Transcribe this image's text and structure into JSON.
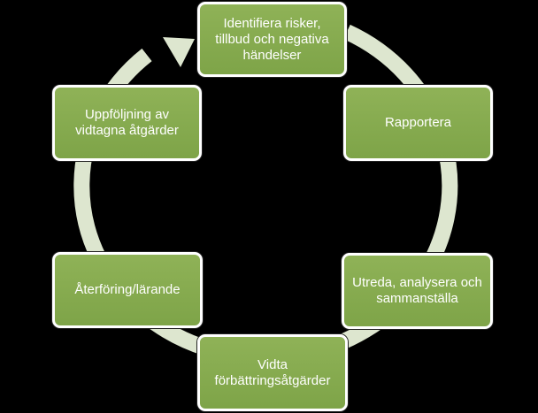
{
  "diagram": {
    "colors": {
      "background": "#000000",
      "box_fill": "#82a84c",
      "box_border": "#ffffff",
      "ring": "#e2ead6",
      "text": "#ffffff"
    },
    "steps": [
      {
        "lines": [
          "Identifiera risker,",
          "tillbud och negativa",
          "händelser"
        ]
      },
      {
        "lines": [
          "Rapportera"
        ]
      },
      {
        "lines": [
          "Utreda, analysera och",
          "sammanställa"
        ]
      },
      {
        "lines": [
          "Vidta",
          "förbättringsåtgärder"
        ]
      },
      {
        "lines": [
          "Återföring/lärande"
        ]
      },
      {
        "lines": [
          "Uppföljning av",
          "vidtagna åtgärder"
        ]
      }
    ]
  }
}
